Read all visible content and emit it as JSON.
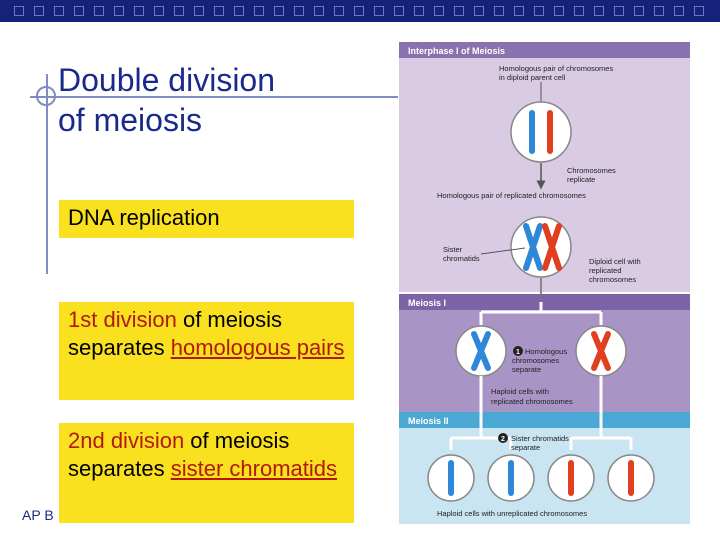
{
  "slide": {
    "title_line1": "Double division",
    "title_line2": "of meiosis",
    "box1": "DNA replication",
    "box2": {
      "part1": "1st division",
      "part2": " of meiosis separates ",
      "part3": "homologous pairs"
    },
    "box3": {
      "part1": "2nd division",
      "part2": " of meiosis separates ",
      "part3": "sister chromatids"
    },
    "footer": "AP B"
  },
  "diagram": {
    "interphase_title": "Interphase I of Meiosis",
    "label_homologous_pair": [
      "Homologous pair of chromosomes",
      "in diploid parent cell"
    ],
    "label_replicate": [
      "Chromosomes",
      "replicate"
    ],
    "label_replicated_pair": "Homologous pair of replicated chromosomes",
    "label_sister": [
      "Sister",
      "chromatids"
    ],
    "label_diploid": [
      "Diploid cell with",
      "replicated",
      "chromosomes"
    ],
    "meiosis1_title": "Meiosis I",
    "step1_number": "1",
    "label_step1": [
      "Homologous",
      "chromosomes",
      "separate"
    ],
    "label_haploid_replicated": [
      "Haploid cells with",
      "replicated chromosomes"
    ],
    "meiosis2_title": "Meiosis II",
    "step2_number": "2",
    "label_step2": [
      "Sister chromatids",
      "separate"
    ],
    "label_haploid_unreplicated": "Haploid cells with unreplicated chromosomes"
  },
  "colors": {
    "navy": "#16217a",
    "highlight_yellow": "#f9e11f",
    "title_blue": "#1a2a8a",
    "emphasis_red": "#b2190f",
    "panel_lavender": "#d9cbe3",
    "panel_purple": "#a994c6",
    "panel_blue": "#c9e5f2",
    "chromosome_blue": "#2f87d8",
    "chromosome_red": "#e04020"
  }
}
